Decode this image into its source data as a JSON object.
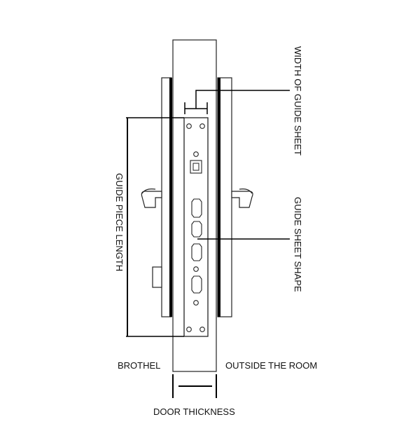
{
  "labels": {
    "width_of_guide_sheet": "WIDTH OF GUIDE SHEET",
    "guide_sheet_shape": "GUIDE SHEET SHAPE",
    "guide_piece_length": "GUIDE PIECE LENGTH",
    "brothel": "BROTHEL",
    "outside_the_room": "OUTSIDE THE ROOM",
    "door_thickness": "DOOR THICKNESS"
  },
  "colors": {
    "stroke": "#222222",
    "accent": "#000000",
    "background": "#ffffff"
  }
}
